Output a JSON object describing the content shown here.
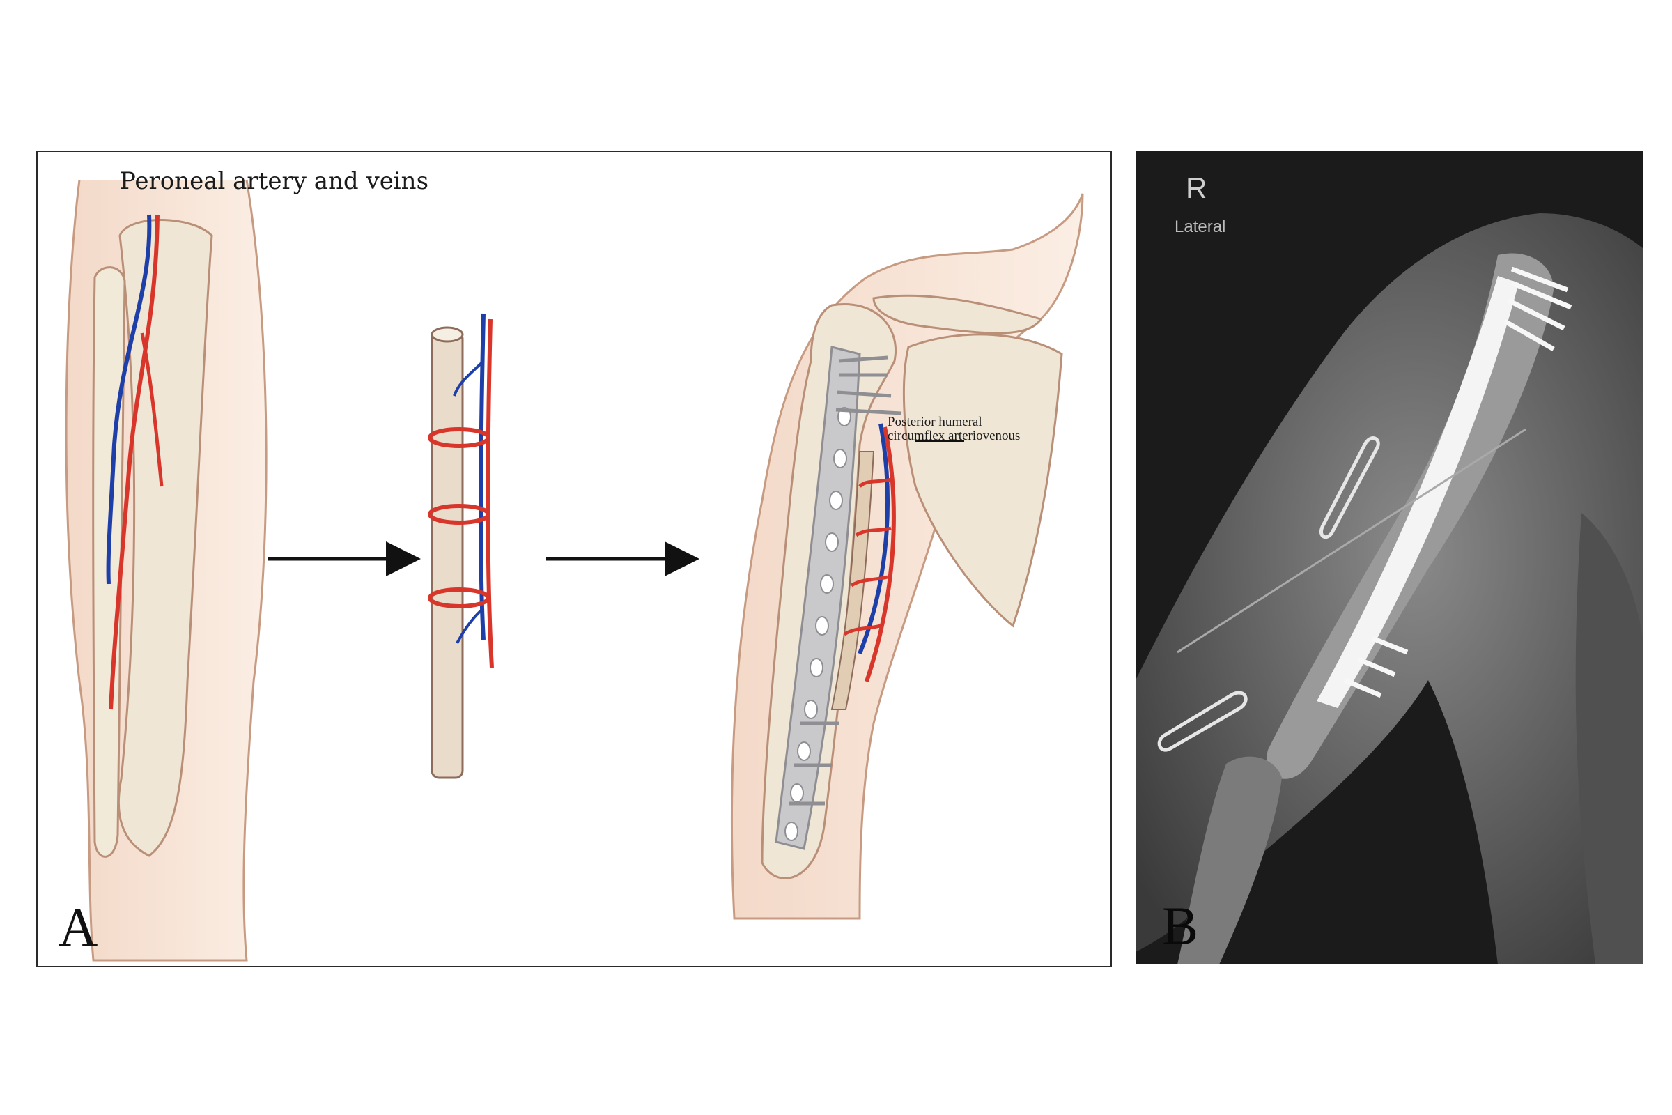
{
  "panel_a": {
    "letter": "A",
    "top_caption": "Peroneal artery and veins",
    "humeral_caption_line1": "Posterior humeral",
    "humeral_caption_line2": "circumflex arteriovenous"
  },
  "panel_b": {
    "letter": "B",
    "side_marker": "R",
    "view_label": "Lateral"
  },
  "colors": {
    "artery": "#d8352b",
    "vein": "#1f3fa8",
    "bone": "#efe6d5",
    "skin_outline": "#c79a82",
    "plate": "#c9c9cc",
    "xray_background": "#1b1b1b"
  }
}
